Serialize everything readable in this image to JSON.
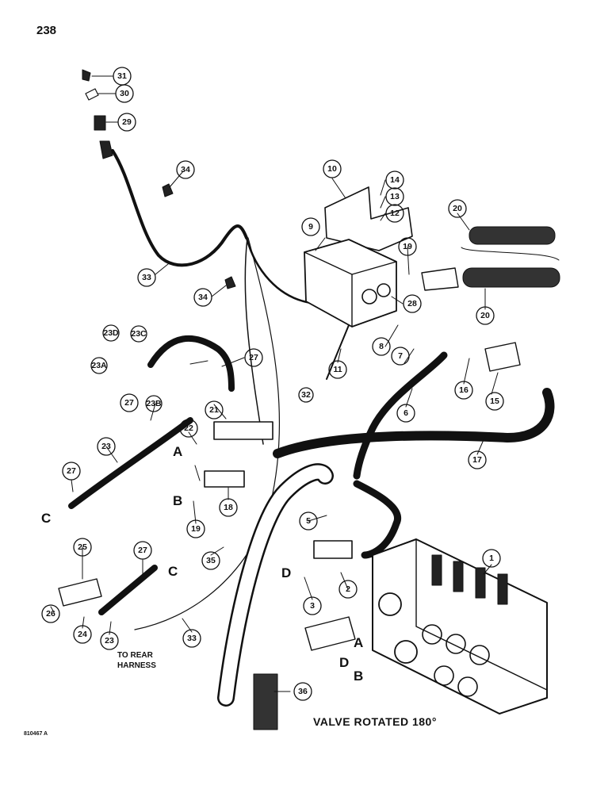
{
  "page": {
    "number": "238"
  },
  "figure_id": "810467 A",
  "notes": {
    "valve_rotated": "VALVE ROTATED 180°",
    "to_rear_line1": "TO REAR",
    "to_rear_line2": "HARNESS"
  },
  "port_letters": [
    "A",
    "B",
    "C",
    "D"
  ],
  "callouts": [
    "1",
    "2",
    "3",
    "5",
    "6",
    "7",
    "8",
    "9",
    "10",
    "11",
    "12",
    "13",
    "14",
    "15",
    "16",
    "17",
    "18",
    "19",
    "20",
    "21",
    "22",
    "23",
    "23A",
    "23B",
    "23C",
    "23D",
    "24",
    "25",
    "26",
    "27",
    "28",
    "29",
    "30",
    "31",
    "32",
    "33",
    "34",
    "35",
    "36"
  ],
  "colors": {
    "ink": "#111111",
    "paper": "#ffffff"
  }
}
